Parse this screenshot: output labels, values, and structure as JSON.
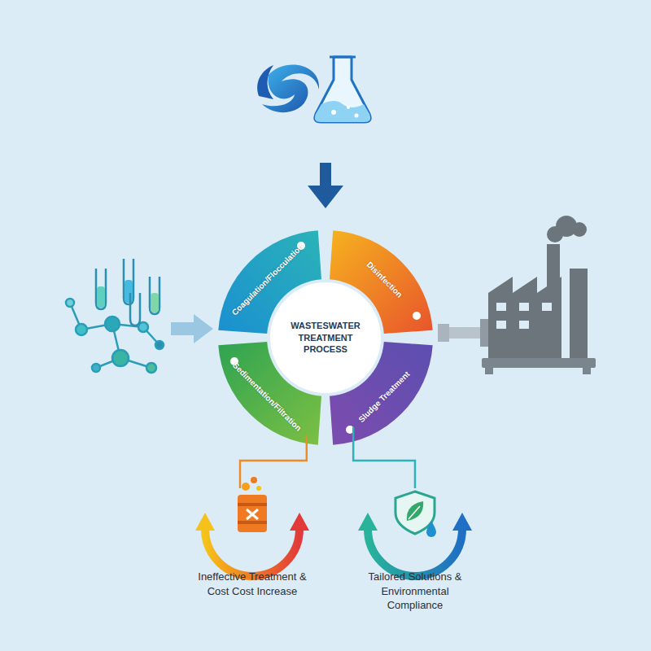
{
  "diagram": {
    "nodes": [
      {
        "text": [
          "Coagulation/Flocculation"
        ]
      },
      {
        "text": [
          "Disinfection"
        ]
      },
      {
        "text": [
          "WASTESWATER TREATMENT PROCESS"
        ]
      },
      {
        "text": [
          "Sedimentation/Filtration"
        ]
      },
      {
        "text": [
          "Sludge Treatment"
        ]
      },
      {
        "text": [
          "Ineffective Treatment & Cost Cost Increase"
        ]
      },
      {
        "text": [
          "Tailored Solutions & Environmental Compliance"
        ]
      }
    ],
    "edges": [
      {
        "from": 3,
        "to": 5,
        "arrow": "none"
      },
      {
        "from": 4,
        "to": 6,
        "arrow": "none"
      }
    ]
  }
}
